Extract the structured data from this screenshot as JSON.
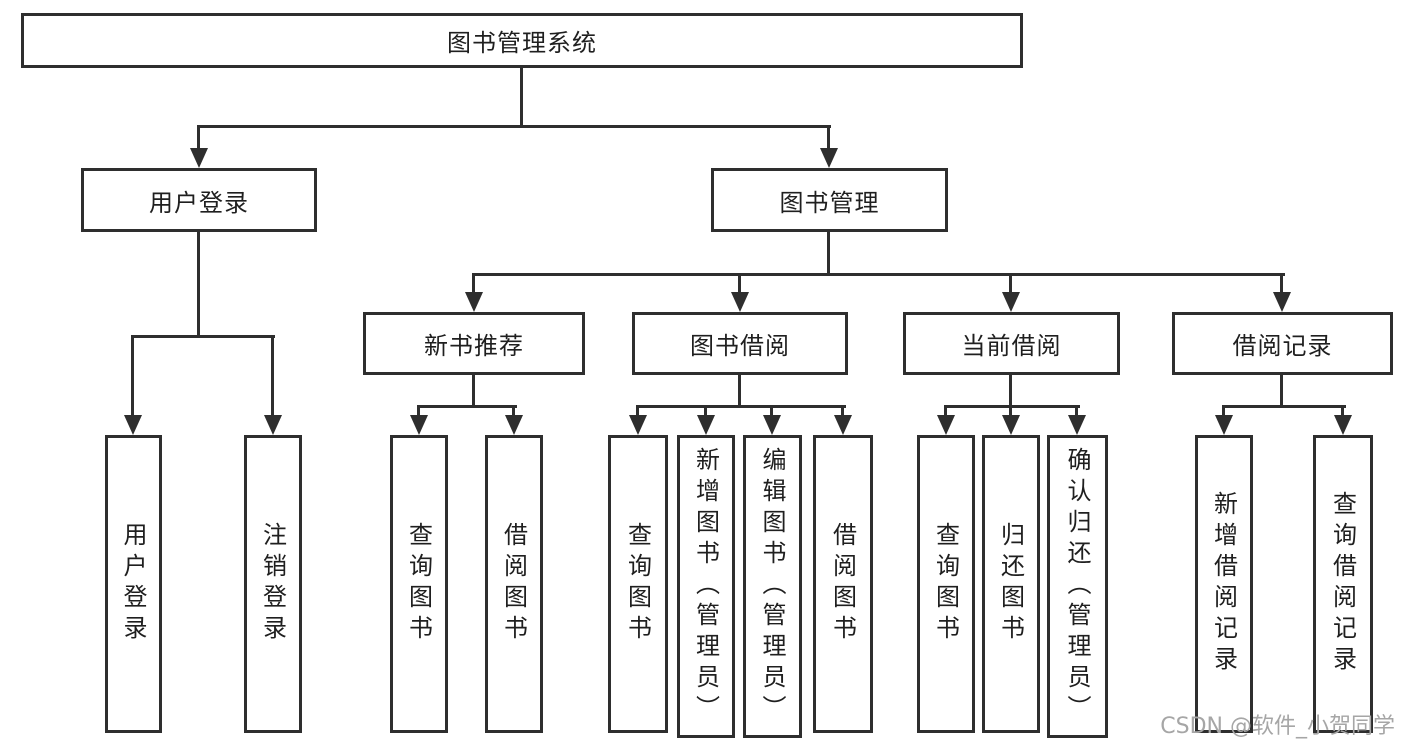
{
  "diagram": {
    "root": "图书管理系统",
    "l2": [
      "用户登录",
      "图书管理"
    ],
    "l3": [
      "新书推荐",
      "图书借阅",
      "当前借阅",
      "借阅记录"
    ],
    "leaves": {
      "userLogin": [
        "用户登录",
        "注销登录"
      ],
      "newBook": [
        "查询图书",
        "借阅图书"
      ],
      "borrow": [
        "查询图书",
        "新增图书（管理员）",
        "编辑图书（管理员）",
        "借阅图书"
      ],
      "current": [
        "查询图书",
        "归还图书",
        "确认归还（管理员）"
      ],
      "records": [
        "新增借阅记录",
        "查询借阅记录"
      ]
    }
  },
  "watermark": "CSDN @软件_小贺同学",
  "colors": {
    "line": "#2e2e2e",
    "text": "#1f1f1f",
    "background": "#ffffff",
    "watermark": "#a6a6a6"
  }
}
